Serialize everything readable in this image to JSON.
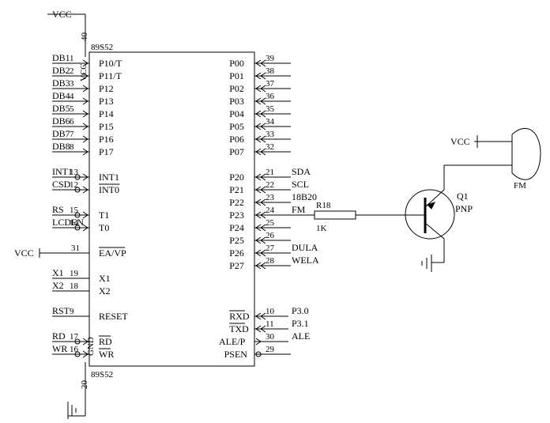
{
  "chip": {
    "title_top": "89S52",
    "title_bottom": "89S52"
  },
  "power": {
    "vcc": "VCC",
    "vcc_pin": "40",
    "vcc_name": "VCC",
    "gnd_pin": "20",
    "gnd_name": "GND"
  },
  "left_pins": [
    {
      "net": "DB1",
      "num": "1",
      "name": "P10/T"
    },
    {
      "net": "DB2",
      "num": "2",
      "name": "P11/T"
    },
    {
      "net": "DB3",
      "num": "3",
      "name": "P12"
    },
    {
      "net": "DB4",
      "num": "4",
      "name": "P13"
    },
    {
      "net": "DB5",
      "num": "5",
      "name": "P14"
    },
    {
      "net": "DB6",
      "num": "6",
      "name": "P15"
    },
    {
      "net": "DB7",
      "num": "7",
      "name": "P16"
    },
    {
      "net": "DB8",
      "num": "8",
      "name": "P17"
    },
    {
      "net": "INT1",
      "num": "13",
      "name": "INT1"
    },
    {
      "net": "CSD",
      "num": "12",
      "name": "INT0"
    },
    {
      "net": "RS",
      "num": "15",
      "name": "T1"
    },
    {
      "net": "LCDEN",
      "num": "14",
      "name": "T0"
    },
    {
      "net": "VCC",
      "num": "31",
      "name": "EA/VP"
    },
    {
      "net": "X1",
      "num": "19",
      "name": "X1"
    },
    {
      "net": "X2",
      "num": "18",
      "name": "X2"
    },
    {
      "net": "RST",
      "num": "9",
      "name": "RESET"
    },
    {
      "net": "RD",
      "num": "17",
      "name": "RD"
    },
    {
      "net": "WR",
      "num": "16",
      "name": "WR"
    }
  ],
  "right_pins": [
    {
      "name": "P00",
      "num": "39",
      "net": ""
    },
    {
      "name": "P01",
      "num": "38",
      "net": ""
    },
    {
      "name": "P02",
      "num": "37",
      "net": ""
    },
    {
      "name": "P03",
      "num": "36",
      "net": ""
    },
    {
      "name": "P04",
      "num": "35",
      "net": ""
    },
    {
      "name": "P05",
      "num": "34",
      "net": ""
    },
    {
      "name": "P06",
      "num": "33",
      "net": ""
    },
    {
      "name": "P07",
      "num": "32",
      "net": ""
    },
    {
      "name": "P20",
      "num": "21",
      "net": "SDA"
    },
    {
      "name": "P21",
      "num": "22",
      "net": "SCL"
    },
    {
      "name": "P22",
      "num": "23",
      "net": "18B20"
    },
    {
      "name": "P23",
      "num": "24",
      "net": "FM"
    },
    {
      "name": "P24",
      "num": "25",
      "net": ""
    },
    {
      "name": "P25",
      "num": "26",
      "net": ""
    },
    {
      "name": "P26",
      "num": "27",
      "net": "DULA"
    },
    {
      "name": "P27",
      "num": "28",
      "net": "WELA"
    },
    {
      "name": "RXD",
      "num": "10",
      "net": "P3.0"
    },
    {
      "name": "TXD",
      "num": "11",
      "net": "P3.1"
    },
    {
      "name": "ALE/P",
      "num": "30",
      "net": "ALE"
    },
    {
      "name": "PSEN",
      "num": "29",
      "net": ""
    }
  ],
  "resistor": {
    "ref": "R18",
    "value": "1K"
  },
  "transistor": {
    "ref": "Q1",
    "type": "PNP"
  },
  "buzzer": {
    "vcc": "VCC",
    "label": "FM"
  }
}
